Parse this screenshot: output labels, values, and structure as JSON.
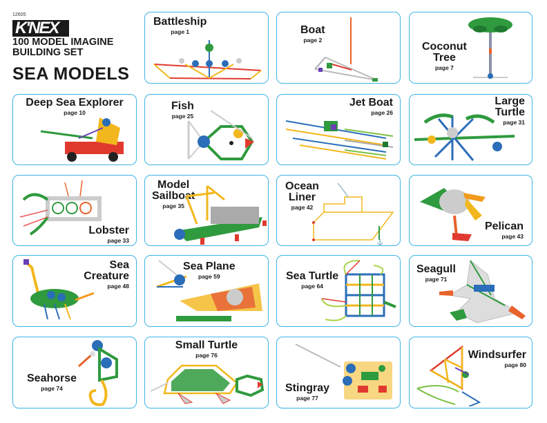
{
  "header": {
    "code": "12605",
    "logo": "K'NEX",
    "subtitle_line1": "100 MODEL IMAGINE",
    "subtitle_line2": "BUILDING SET",
    "heading": "SEA MODELS"
  },
  "colors": {
    "card_border": "#3bb4e6",
    "text": "#1a1a1a"
  },
  "models": [
    {
      "name": "Battleship",
      "page": "page 1"
    },
    {
      "name": "Boat",
      "page": "page 2"
    },
    {
      "name_line1": "Coconut",
      "name_line2": "Tree",
      "page": "page 7"
    },
    {
      "name": "Deep Sea Explorer",
      "page": "page 10"
    },
    {
      "name": "Fish",
      "page": "page 25"
    },
    {
      "name": "Jet Boat",
      "page": "page 26"
    },
    {
      "name_line1": "Large",
      "name_line2": "Turtle",
      "page": "page 31"
    },
    {
      "name": "Lobster",
      "page": "page 33"
    },
    {
      "name_line1": "Model",
      "name_line2": "Sailboat",
      "page": "page 35"
    },
    {
      "name_line1": "Ocean",
      "name_line2": "Liner",
      "page": "page 42"
    },
    {
      "name": "Pelican",
      "page": "page 43"
    },
    {
      "name_line1": "Sea",
      "name_line2": "Creature",
      "page": "page 48"
    },
    {
      "name": "Sea Plane",
      "page": "page 59"
    },
    {
      "name": "Sea Turtle",
      "page": "page 64"
    },
    {
      "name": "Seagull",
      "page": "page 71"
    },
    {
      "name": "Seahorse",
      "page": "page 74"
    },
    {
      "name": "Small Turtle",
      "page": "page 76"
    },
    {
      "name": "Stingray",
      "page": "page 77"
    },
    {
      "name": "Windsurfer",
      "page": "page 80"
    }
  ]
}
